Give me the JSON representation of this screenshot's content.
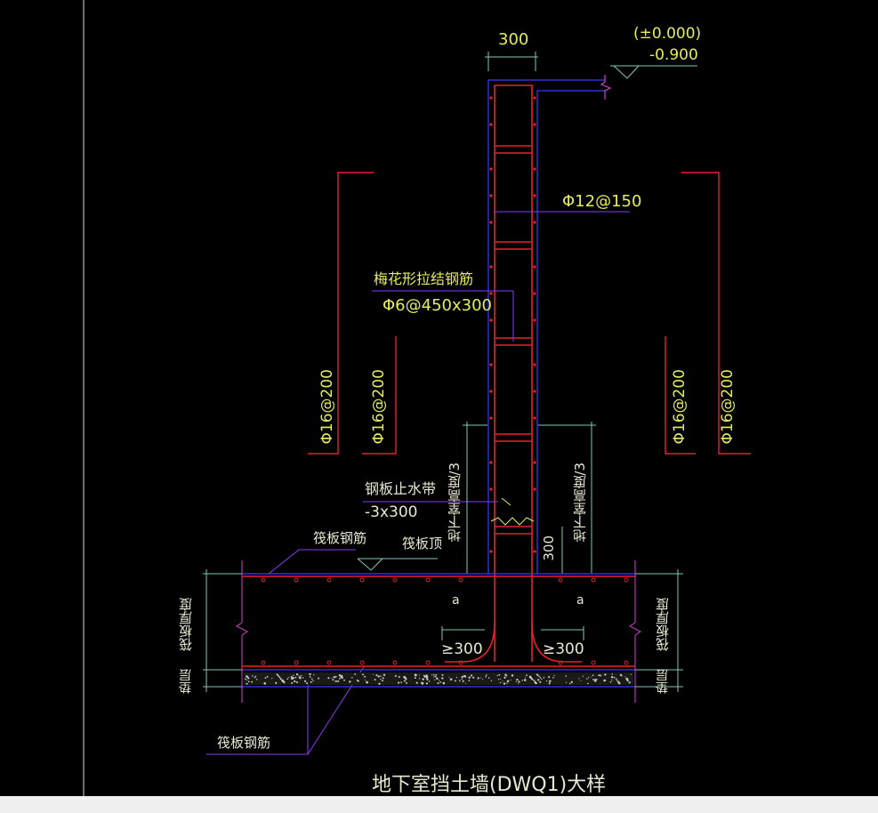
{
  "drawing": {
    "title": "地下室挡土墙(DWQ1)大样",
    "wall_thickness_dim": "300",
    "elevation_top": "(±0.000)",
    "elevation_bottom": "-0.900",
    "horizontal_bar": "Φ12@150",
    "tie_bar_name": "梅花形拉结钢筋",
    "tie_bar_spec": "Φ6@450x300",
    "vertical_bars": [
      "Φ16@200",
      "Φ16@200",
      "Φ16@200",
      "Φ16@200"
    ],
    "waterstop_name": "钢板止水带",
    "waterstop_spec": "-3x300",
    "raft_bar_top": "筏板钢筋",
    "raft_top": "筏板顶",
    "raft_bar_bottom": "筏板钢筋",
    "basement_height_left": "地下室高度/3",
    "basement_height_right": "地下室高度/3",
    "dim_300_small": "300",
    "anchor_label_left": "a",
    "anchor_label_right": "a",
    "anchor_len_left": "≥300",
    "anchor_len_right": "≥300",
    "raft_thickness_left": "筏板厚度",
    "raft_thickness_right": "筏板厚度",
    "cushion_left": "垫层",
    "cushion_right": "垫层"
  },
  "colors": {
    "background": "#000000",
    "rebar_red": "#e8202a",
    "wall_blue": "#3a3aff",
    "leader_purple": "#8a3cf0",
    "dim_cyan": "#7fc9b8",
    "text_yellow": "#e6ec5a",
    "text_white": "#e8e8d0"
  }
}
